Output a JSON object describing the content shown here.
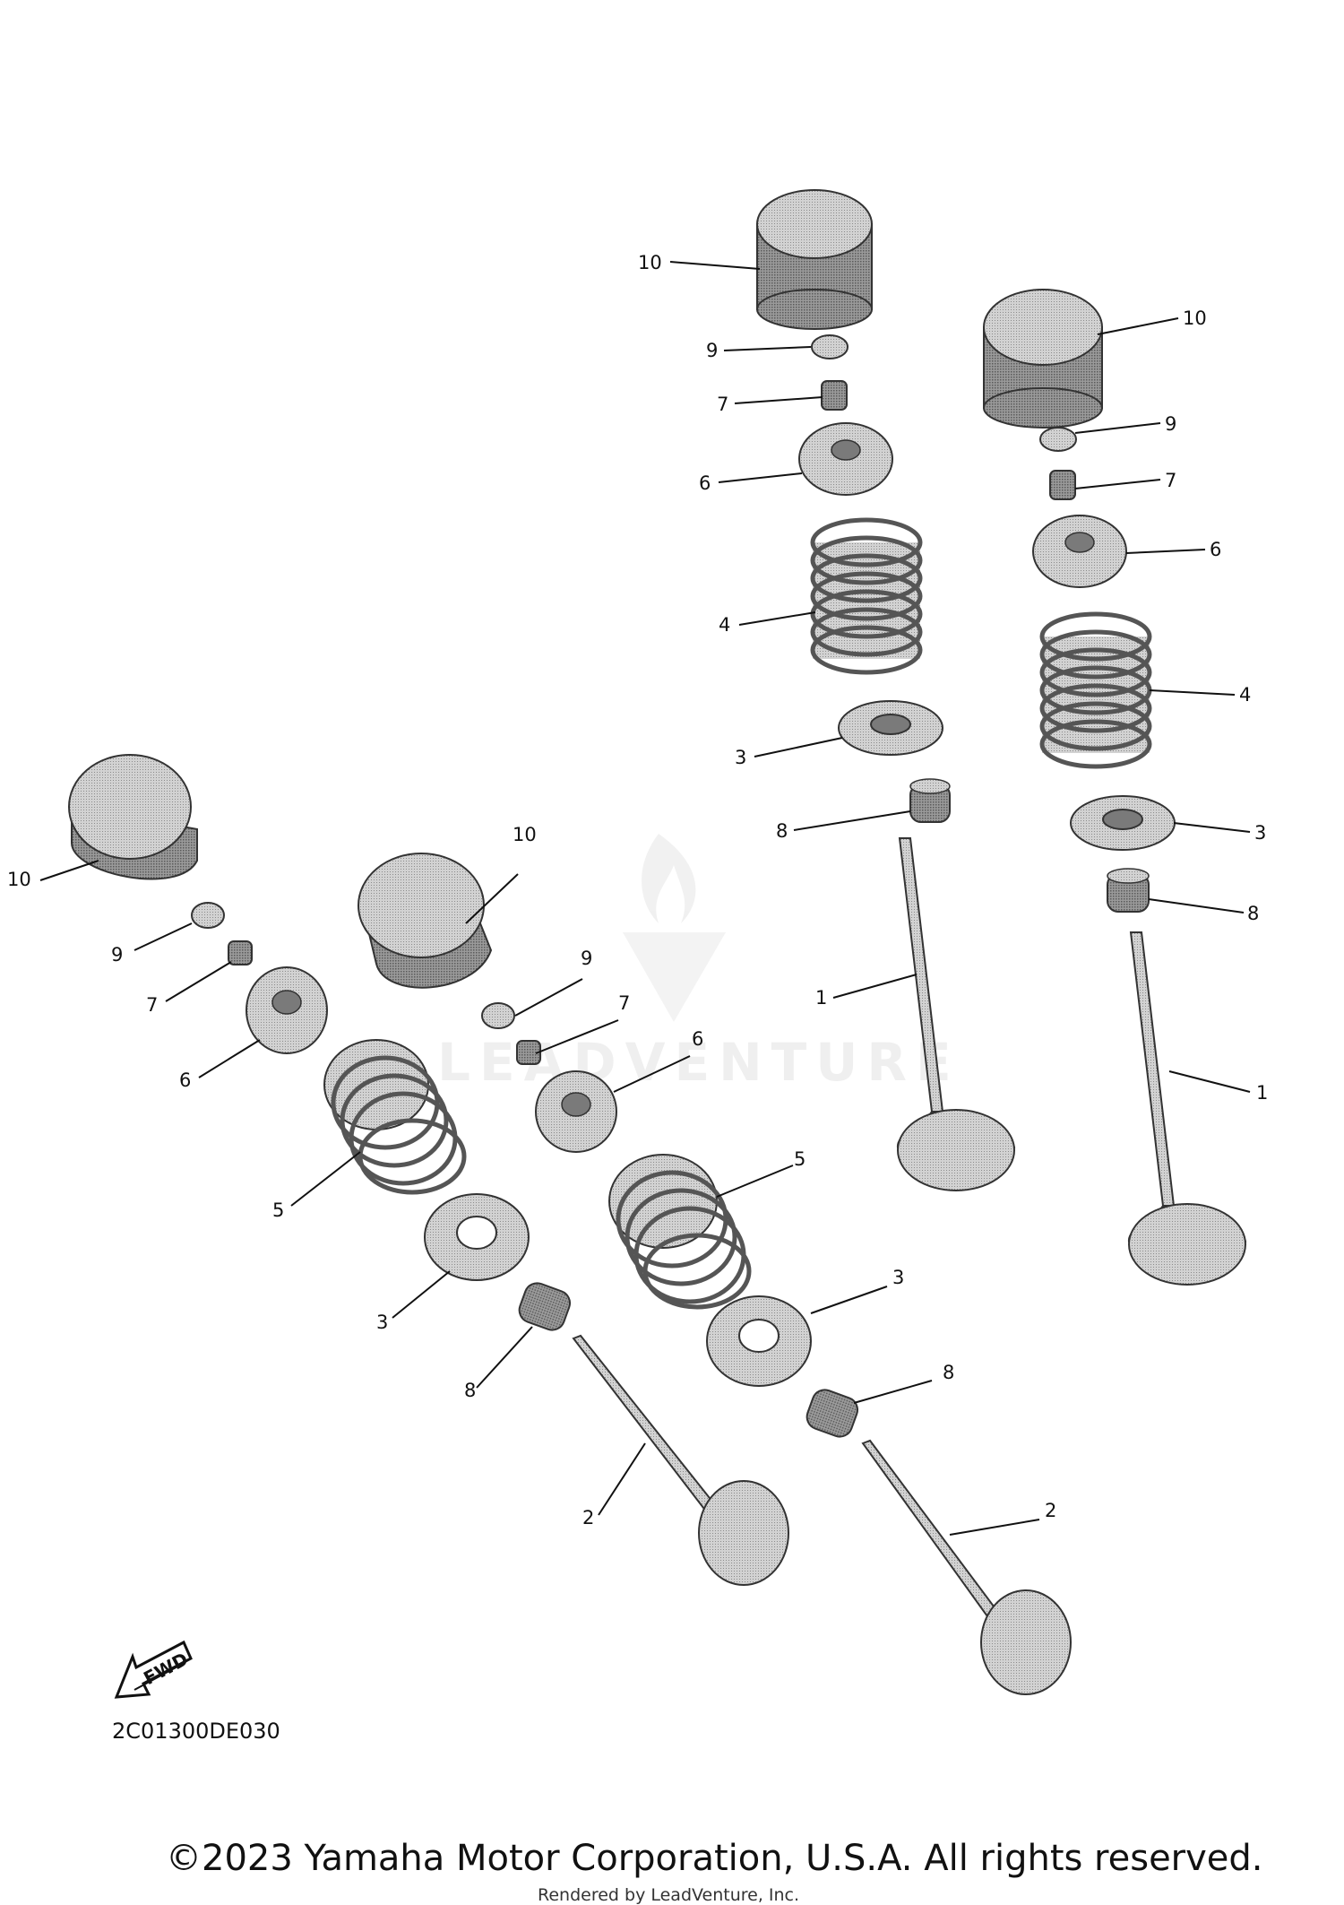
{
  "diagram": {
    "drawing_code": "2C01300DE030",
    "copyright": "©2023 Yamaha Motor Corporation, U.S.A. All rights reserved.",
    "rendered_by": "Rendered by LeadVenture, Inc.",
    "watermark": "LEADVENTURE",
    "fwd_label": "FWD",
    "callouts": {
      "c1": "1",
      "c2": "1",
      "c3": "2",
      "c4": "2",
      "c5": "3",
      "c6": "3",
      "c7": "3",
      "c8": "3",
      "c9": "4",
      "c10": "4",
      "c11": "5",
      "c12": "5",
      "c13": "6",
      "c14": "6",
      "c15": "6",
      "c16": "6",
      "c17": "7",
      "c18": "7",
      "c19": "7",
      "c20": "7",
      "c21": "8",
      "c22": "8",
      "c23": "8",
      "c24": "8",
      "c25": "9",
      "c26": "9",
      "c27": "9",
      "c28": "9",
      "c29": "10",
      "c30": "10",
      "c31": "10",
      "c32": "10"
    }
  }
}
